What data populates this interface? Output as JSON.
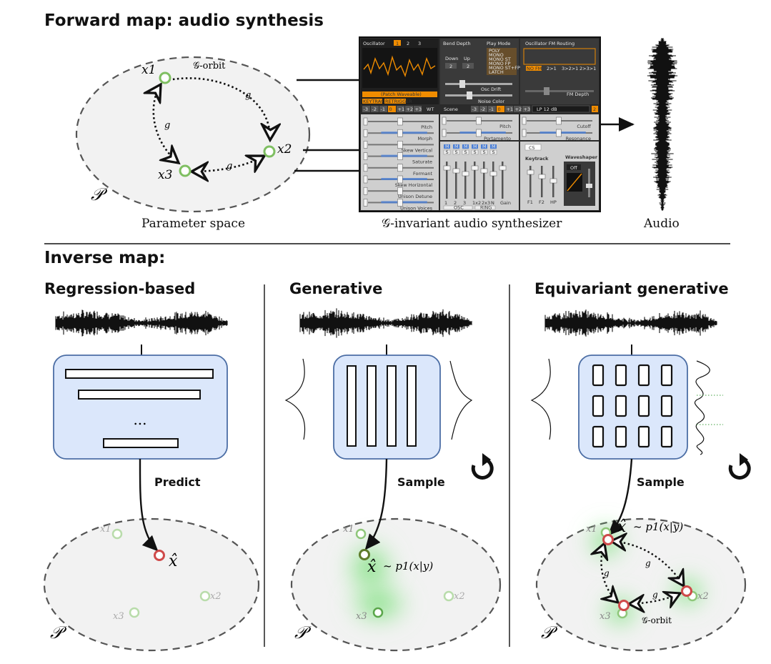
{
  "forward": {
    "title": "Forward map: audio synthesis",
    "param_caption": "Parameter space",
    "synth_caption": "𝒢-invariant audio synthesizer",
    "audio_caption": "Audio",
    "orbit_label": "𝒢-orbit",
    "g_label": "g",
    "space_symbol": "𝒫",
    "points": [
      "x1",
      "x2",
      "x3"
    ]
  },
  "synth": {
    "osc_label": "Oscillator",
    "osc_tabs": [
      "1",
      "2",
      "3"
    ],
    "bend_label": "Bend Depth",
    "play_mode_label": "Play Mode",
    "down_label": "Down",
    "up_label": "Up",
    "bend_values": [
      "2",
      "2"
    ],
    "play_modes": [
      "POLY",
      "MONO",
      "MONO ST",
      "MONO FP",
      "MONO ST+FP",
      "LATCH"
    ],
    "fm_label": "Oscillator FM Routing",
    "fm_options": [
      "NO FM",
      "2>1",
      "3>2>1",
      "2>3>1"
    ],
    "patch_label": "(Patch Waveable)",
    "keytrack_btn": "KEYTRACK",
    "retrigger_btn": "RETRIGGER",
    "octave_values": [
      "-3",
      "-2",
      "-1",
      "0",
      "+1",
      "+2",
      "+3"
    ],
    "wt_label": "WT",
    "osc_drift": "Osc Drift",
    "noise_color": "Noise Color",
    "fm_depth": "FM Depth",
    "scene_label": "Scene",
    "filter_label": "LP 12 dB",
    "filter_num": "2",
    "sliders_left": [
      "Pitch",
      "Morph",
      "Skew Vertical",
      "Saturate",
      "Formant",
      "Skew Horizontal",
      "Unison Detune",
      "Unison Voices"
    ],
    "sliders_mid": [
      "Pitch",
      "Portamento"
    ],
    "sliders_right": [
      "Cutoff",
      "Resonance"
    ],
    "mixer_labels": [
      "1",
      "2",
      "3",
      "1x2",
      "2x3",
      "N",
      "Gain"
    ],
    "mixer_buttons_m": [
      "M",
      "M",
      "M",
      "M",
      "M",
      "M"
    ],
    "mixer_buttons_s": [
      "S",
      "S",
      "S",
      "S",
      "S",
      "S"
    ],
    "mixer_sub": [
      "OSC",
      "RING"
    ],
    "c5_label": "C5",
    "keytrack_label": "Keytrack",
    "waveshaper_label": "Waveshaper",
    "off_label": "Off",
    "filter_eg_labels": [
      "F1",
      "F2",
      "HP"
    ]
  },
  "inverse": {
    "title": "Inverse map:",
    "panels": [
      {
        "title": "Regression-based",
        "action": "Predict",
        "points": [
          "x1",
          "x2",
          "x3"
        ],
        "estimate": "x̂",
        "space_symbol": "𝒫"
      },
      {
        "title": "Generative",
        "action": "Sample",
        "points": [
          "x1",
          "x2",
          "x3"
        ],
        "estimate": "x̂",
        "posterior": "~ p1(x|y)",
        "space_symbol": "𝒫"
      },
      {
        "title": "Equivariant generative",
        "action": "Sample",
        "points": [
          "x1",
          "x2",
          "x3"
        ],
        "estimate": "x̂",
        "posterior": "~ p1(x|y)",
        "orbit_label": "𝒢-orbit",
        "g_label": "g",
        "space_symbol": "𝒫"
      }
    ],
    "dots": "..."
  },
  "colors": {
    "point_green": "#7fbf62",
    "point_red": "#cf4a4a",
    "net_fill": "#dbe7fb",
    "net_stroke": "#4c6ea5",
    "glow": "#3fd63f",
    "synth_bg": "#2b2b2b",
    "synth_accent": "#f08c00"
  }
}
